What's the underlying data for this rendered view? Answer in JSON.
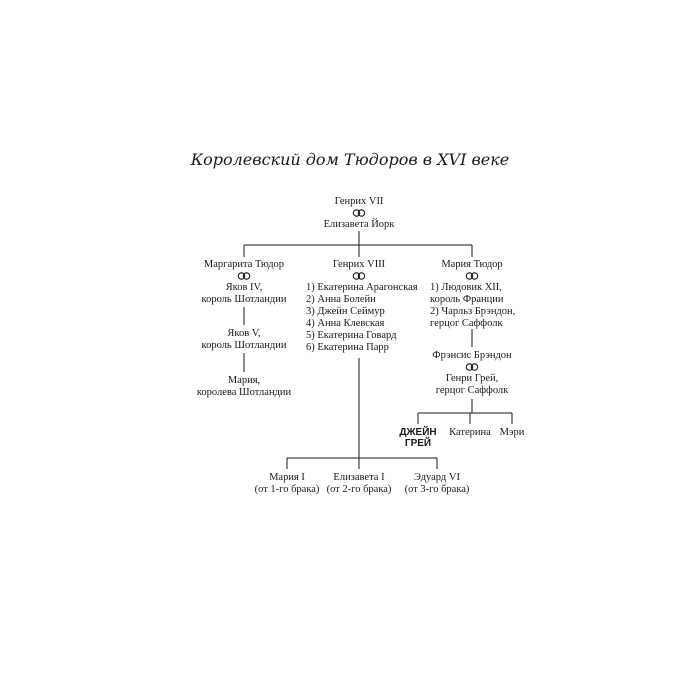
{
  "title": "Королевский дом Тюдоров в XVI веке",
  "root": {
    "husband": "Генрих VII",
    "wife": "Елизавета Йорк"
  },
  "margaret": {
    "name": "Маргарита Тюдор",
    "spouse_1": "Яков IV,",
    "spouse_2": "король Шотландии",
    "son_1": "Яков V,",
    "son_2": "король Шотландии",
    "grandchild_1": "Мария,",
    "grandchild_2": "королева Шотландии"
  },
  "henry8": {
    "name": "Генрих VIII",
    "wives": [
      "1)  Екатерина Арагонская",
      "2)  Анна Болейн",
      "3)  Джейн Сеймур",
      "4)  Анна Клевская",
      "5)  Екатерина Говард",
      "6)  Екатерина Парр"
    ],
    "children": [
      {
        "name": "Мария I",
        "note": "(от 1-го брака)"
      },
      {
        "name": "Елизавета I",
        "note": "(от 2-го брака)"
      },
      {
        "name": "Эдуард VI",
        "note": "(от 3-го брака)"
      }
    ]
  },
  "mary": {
    "name": "Мария Тюдор",
    "spouse_lines": [
      "1) Людовик XII,",
      "король Франции",
      "2) Чарльз Брэндон,",
      "герцог Саффолк"
    ],
    "daughter": "Фрэнсис Брэндон",
    "daughter_spouse_1": "Генри Грей,",
    "daughter_spouse_2": "герцог Саффолк",
    "grandchildren": [
      {
        "name_1": "ДЖЕЙН",
        "name_2": "ГРЕЙ"
      },
      {
        "name": "Катерина"
      },
      {
        "name": "Мэри"
      }
    ]
  }
}
